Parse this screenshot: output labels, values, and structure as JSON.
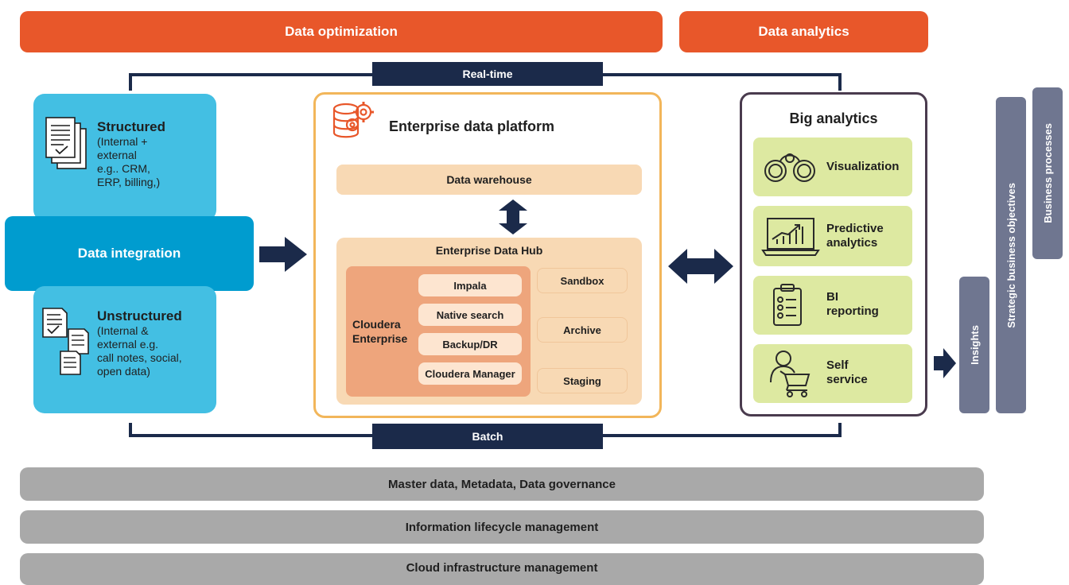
{
  "banners": {
    "data_optimization": "Data optimization",
    "data_analytics": "Data analytics"
  },
  "flows": {
    "realtime": "Real-time",
    "batch": "Batch"
  },
  "sources": {
    "structured": {
      "title": "Structured",
      "lines": [
        "(Internal +",
        "external",
        "e.g.. CRM,",
        "ERP, billing,)"
      ]
    },
    "integration": "Data integration",
    "unstructured": {
      "title": "Unstructured",
      "lines": [
        "(Internal &",
        "external e.g.",
        "call notes, social,",
        "open data)"
      ]
    }
  },
  "platform": {
    "title": "Enterprise data platform",
    "warehouse": "Data warehouse",
    "hub": {
      "title": "Enterprise Data Hub",
      "cloudera": [
        "Cloudera",
        "Enterprise"
      ],
      "components": [
        "Impala",
        "Native search",
        "Backup/DR",
        "Cloudera Manager"
      ],
      "zones": [
        "Sandbox",
        "Archive",
        "Staging"
      ]
    }
  },
  "analytics": {
    "title": "Big analytics",
    "items": [
      {
        "lines": [
          "Visualization"
        ],
        "icon": "binoculars-icon"
      },
      {
        "lines": [
          "Predictive",
          "analytics"
        ],
        "icon": "laptop-chart-icon"
      },
      {
        "lines": [
          "BI",
          "reporting"
        ],
        "icon": "clipboard-checklist-icon"
      },
      {
        "lines": [
          "Self",
          "service"
        ],
        "icon": "shopping-cart-person-icon"
      }
    ]
  },
  "outcomes": {
    "insights": "Insights",
    "strategic": "Strategic business objectives",
    "processes": "Business processes"
  },
  "foundation": [
    "Master data, Metadata, Data governance",
    "Information lifecycle management",
    "Cloud infrastructure management"
  ],
  "colors": {
    "orange": "#e8572a",
    "navy": "#1b2a4a",
    "cyan": "#43bfe3",
    "teal": "#009ccf",
    "peach": "#f8d9b4",
    "salmon": "#eea57c",
    "green": "#dde9a1",
    "slate": "#6f7690",
    "gray": "#a9a9a9"
  }
}
